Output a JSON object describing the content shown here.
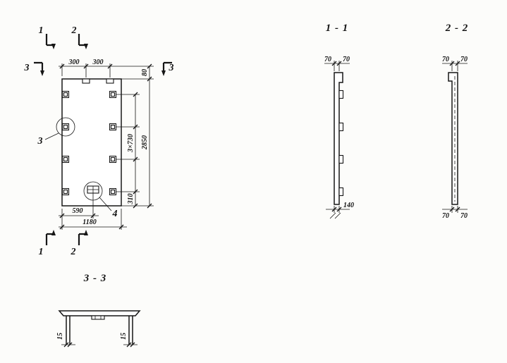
{
  "drawing": {
    "plan": {
      "marks": {
        "top1": "1",
        "top2": "2",
        "left3": "3",
        "right3": "3",
        "bottom1": "1",
        "bottom2": "2"
      },
      "dims": {
        "top_300_a": "300",
        "top_300_b": "300",
        "edge_80": "80",
        "pitch": "3×730",
        "total_height": "2850",
        "bottom_offset": "310",
        "width_590": "590",
        "width_1180": "1180"
      },
      "details": {
        "circle3": "3",
        "circle4": "4"
      }
    },
    "section_1_1": {
      "title": "1 - 1",
      "dim_70_left": "70",
      "dim_70_right": "70",
      "dim_140": "140"
    },
    "section_2_2": {
      "title": "2 - 2",
      "dim_top_left": "70",
      "dim_top_right": "70",
      "dim_bottom_left": "70",
      "dim_bottom_right": "70"
    },
    "section_3_3": {
      "title": "3 - 3",
      "dim_15_left": "15",
      "dim_15_right": "15"
    }
  }
}
